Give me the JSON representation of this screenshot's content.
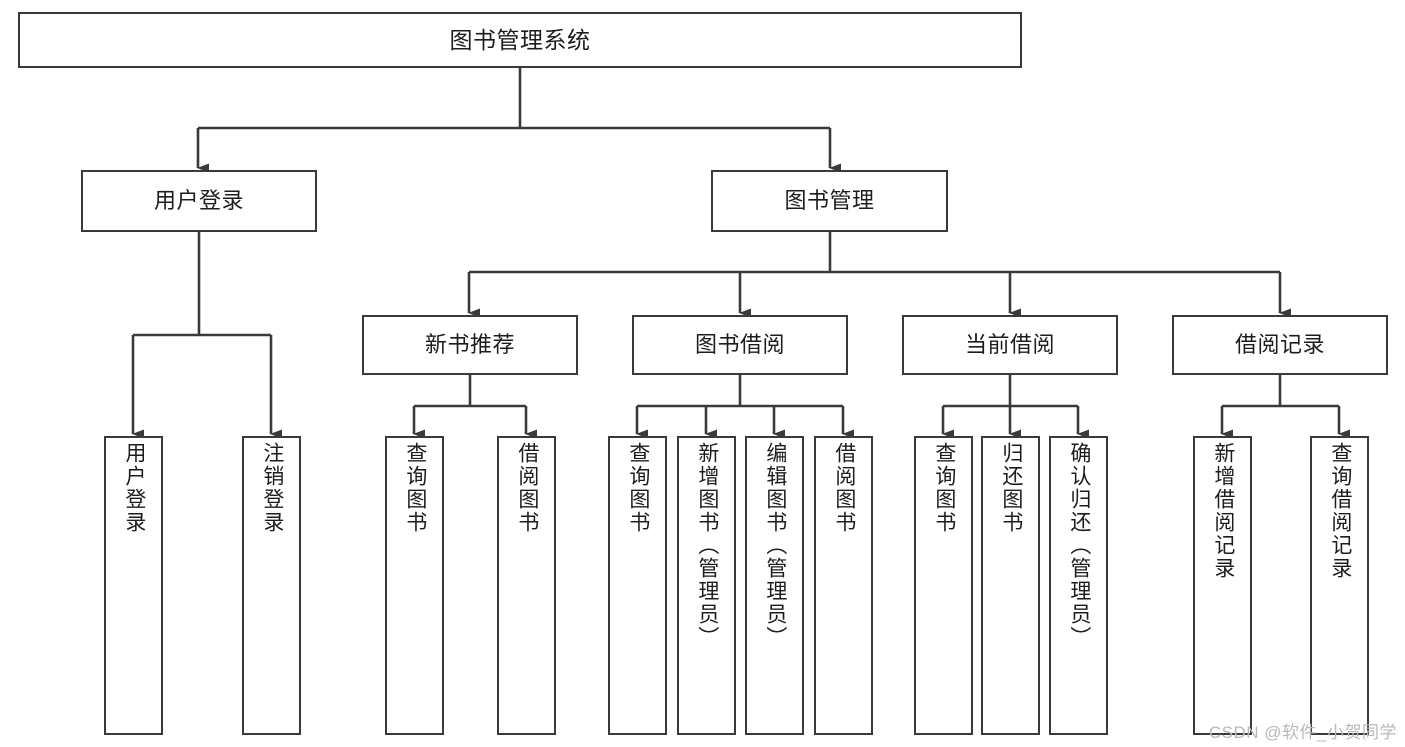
{
  "diagram": {
    "title": "图书管理系统",
    "type": "tree-hierarchy",
    "watermark": "CSDN @软件_小贺同学",
    "colors": {
      "box_border": "#3a3a3a",
      "box_fill": "#ffffff",
      "connector": "#3a3a3a",
      "text": "#1d1d1d",
      "watermark": "#b9b9b9",
      "background": "#ffffff"
    },
    "root": {
      "label": "图书管理系统"
    },
    "level2": [
      {
        "label": "用户登录"
      },
      {
        "label": "图书管理"
      }
    ],
    "level3": [
      {
        "label": "新书推荐"
      },
      {
        "label": "图书借阅"
      },
      {
        "label": "当前借阅"
      },
      {
        "label": "借阅记录"
      }
    ],
    "leaves": {
      "user_login": [
        {
          "label": "用户登录"
        },
        {
          "label": "注销登录"
        }
      ],
      "new_book_recommend": [
        {
          "label": "查询图书"
        },
        {
          "label": "借阅图书"
        }
      ],
      "book_borrow": [
        {
          "label": "查询图书"
        },
        {
          "label": "新增图书（管理员）"
        },
        {
          "label": "编辑图书（管理员）"
        },
        {
          "label": "借阅图书"
        }
      ],
      "current_borrow": [
        {
          "label": "查询图书"
        },
        {
          "label": "归还图书"
        },
        {
          "label": "确认归还（管理员）"
        }
      ],
      "borrow_record": [
        {
          "label": "新增借阅记录"
        },
        {
          "label": "查询借阅记录"
        }
      ]
    }
  }
}
